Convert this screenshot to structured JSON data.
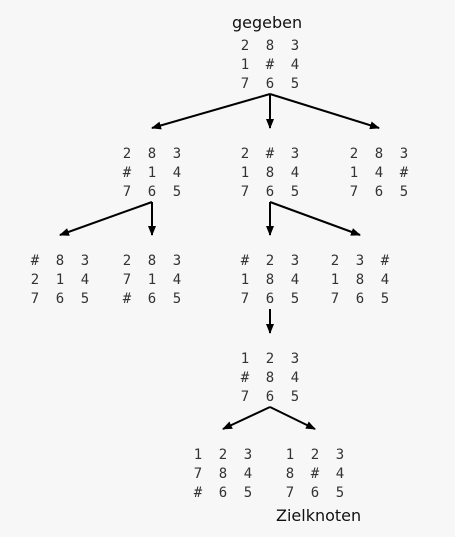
{
  "start_label": "gegeben",
  "goal_label": "Zielknoten",
  "nodes": [
    {
      "id": "start",
      "grid": [
        [
          "2",
          "8",
          "3"
        ],
        [
          "1",
          "#",
          "4"
        ],
        [
          "7",
          "6",
          "5"
        ]
      ]
    },
    {
      "id": "L1a",
      "grid": [
        [
          "2",
          "8",
          "3"
        ],
        [
          "#",
          "1",
          "4"
        ],
        [
          "7",
          "6",
          "5"
        ]
      ]
    },
    {
      "id": "L1b",
      "grid": [
        [
          "2",
          "#",
          "3"
        ],
        [
          "1",
          "8",
          "4"
        ],
        [
          "7",
          "6",
          "5"
        ]
      ]
    },
    {
      "id": "L1c",
      "grid": [
        [
          "2",
          "8",
          "3"
        ],
        [
          "1",
          "4",
          "#"
        ],
        [
          "7",
          "6",
          "5"
        ]
      ]
    },
    {
      "id": "L2a",
      "grid": [
        [
          "#",
          "8",
          "3"
        ],
        [
          "2",
          "1",
          "4"
        ],
        [
          "7",
          "6",
          "5"
        ]
      ]
    },
    {
      "id": "L2b",
      "grid": [
        [
          "2",
          "8",
          "3"
        ],
        [
          "7",
          "1",
          "4"
        ],
        [
          "#",
          "6",
          "5"
        ]
      ]
    },
    {
      "id": "L2c",
      "grid": [
        [
          "#",
          "2",
          "3"
        ],
        [
          "1",
          "8",
          "4"
        ],
        [
          "7",
          "6",
          "5"
        ]
      ]
    },
    {
      "id": "L2d",
      "grid": [
        [
          "2",
          "3",
          "#"
        ],
        [
          "1",
          "8",
          "4"
        ],
        [
          "7",
          "6",
          "5"
        ]
      ]
    },
    {
      "id": "L3",
      "grid": [
        [
          "1",
          "2",
          "3"
        ],
        [
          "#",
          "8",
          "4"
        ],
        [
          "7",
          "6",
          "5"
        ]
      ]
    },
    {
      "id": "L4a",
      "grid": [
        [
          "1",
          "2",
          "3"
        ],
        [
          "7",
          "8",
          "4"
        ],
        [
          "#",
          "6",
          "5"
        ]
      ]
    },
    {
      "id": "goal",
      "grid": [
        [
          "1",
          "2",
          "3"
        ],
        [
          "8",
          "#",
          "4"
        ],
        [
          "7",
          "6",
          "5"
        ]
      ]
    }
  ],
  "edges": [
    [
      "start",
      "L1a"
    ],
    [
      "start",
      "L1b"
    ],
    [
      "start",
      "L1c"
    ],
    [
      "L1a",
      "L2a"
    ],
    [
      "L1a",
      "L2b"
    ],
    [
      "L1b",
      "L2c"
    ],
    [
      "L1b",
      "L2d"
    ],
    [
      "L2c",
      "L3"
    ],
    [
      "L3",
      "L4a"
    ],
    [
      "L3",
      "goal"
    ]
  ]
}
